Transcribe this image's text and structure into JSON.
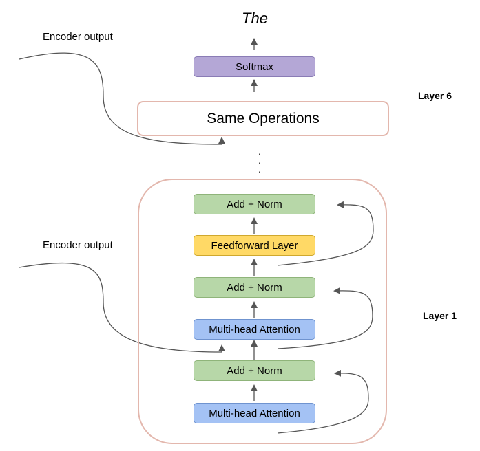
{
  "title": "The",
  "softmax_label": "Softmax",
  "same_operations_label": "Same Operations",
  "layer6_label": "Layer 6",
  "layer1_label": "Layer 1",
  "encoder_output_label": "Encoder output",
  "ellipsis": ".\n.\n.",
  "layer1_blocks": [
    {
      "label": "Add + Norm",
      "color": "#b7d7a8"
    },
    {
      "label": "Feedforward Layer",
      "color": "#ffd966"
    },
    {
      "label": "Add + Norm",
      "color": "#b7d7a8"
    },
    {
      "label": "Multi-head Attention",
      "color": "#a4c2f4"
    },
    {
      "label": "Add + Norm",
      "color": "#b7d7a8"
    },
    {
      "label": "Multi-head Attention",
      "color": "#a4c2f4"
    }
  ],
  "colors": {
    "softmax": "#b4a7d6",
    "frame_border": "#e3b7ad",
    "arrow": "#555555"
  }
}
